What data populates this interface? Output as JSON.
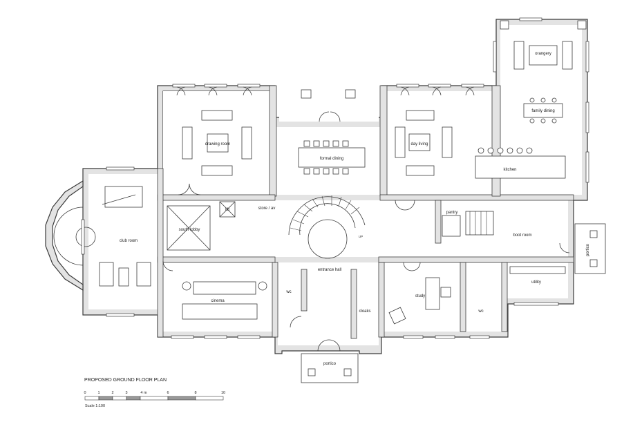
{
  "title": "PROPOSED GROUND FLOOR PLAN",
  "scale_note": "Scale 1:100",
  "scale_ticks": [
    "0",
    "1",
    "2",
    "3",
    "4 m",
    "6",
    "8",
    "10"
  ],
  "rooms": {
    "orangery": "orangery",
    "family_dining": "family dining",
    "kitchen": "kitchen",
    "day_living": "day living",
    "formal_dining": "formal dining",
    "drawing_room": "drawing room",
    "club_room": "club room",
    "south_lobby": "south lobby",
    "lift": "lift",
    "store_av": "store / av",
    "entrance_hall": "entrance hall",
    "pantry": "pantry",
    "boot_room": "boot room",
    "portico_east": "portico",
    "utility": "utility",
    "cinema": "cinema",
    "wc_west": "wc",
    "cloaks": "cloaks",
    "study": "study",
    "wc_east": "wc",
    "portico_south": "portico"
  },
  "stair_up": "UP"
}
